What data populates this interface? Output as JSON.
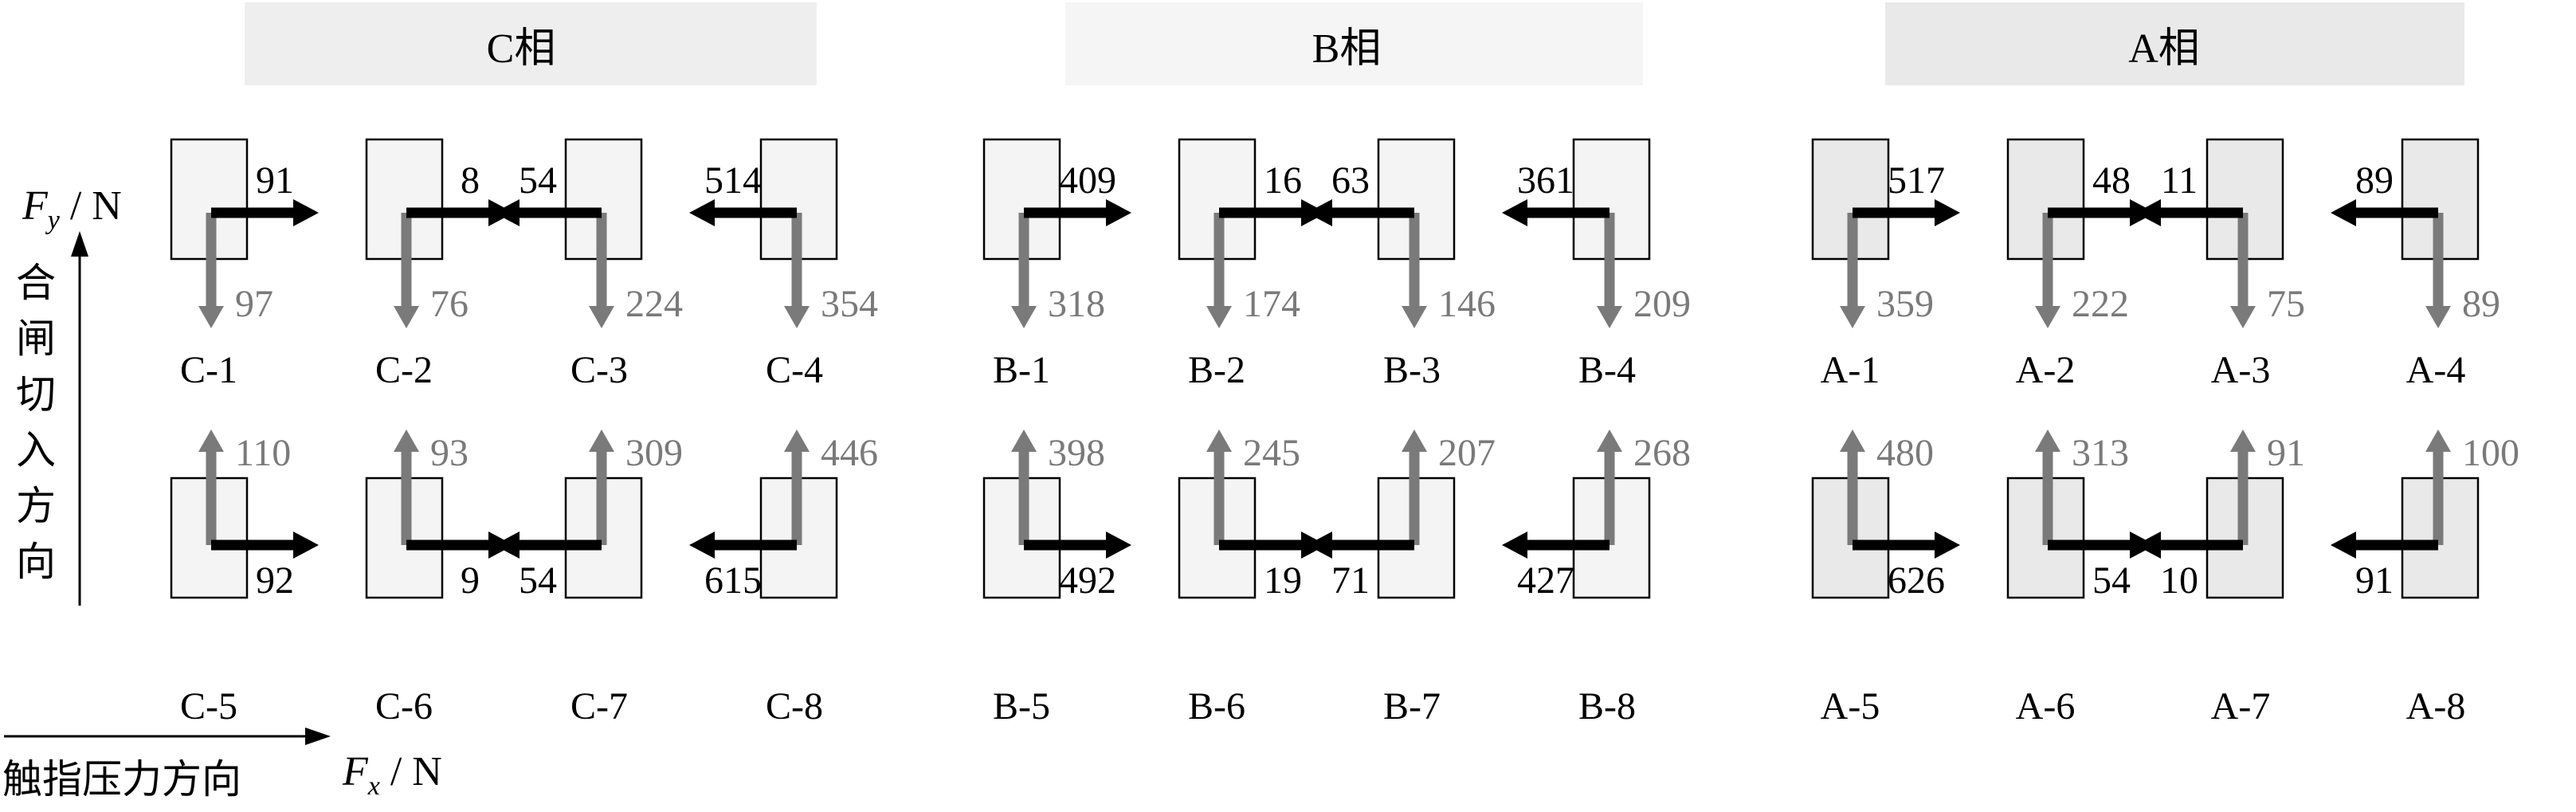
{
  "phases": [
    {
      "id": "C",
      "title": "C相"
    },
    {
      "id": "B",
      "title": "B相"
    },
    {
      "id": "A",
      "title": "A相"
    }
  ],
  "axes": {
    "fy_symbol": "F",
    "fy_sub": "y",
    "fy_unit": " / N",
    "fx_symbol": "F",
    "fx_sub": "x",
    "fx_unit": " / N",
    "vertical_caption": [
      "合",
      "闸",
      "切",
      "入",
      "方",
      "向"
    ],
    "horizontal_caption": "触指压力方向"
  },
  "colors": {
    "band_fill": "#eeeeee",
    "box_fill_light": "#f4f4f4",
    "box_fill_dark": "#e9e9e9",
    "fx_arrow": "#000000",
    "fy_arrow": "#7a7a7a",
    "fy_text": "#7a7a7a",
    "text": "#000000"
  },
  "contacts": [
    {
      "label": "C-1",
      "fx": "91",
      "fy": "97",
      "fx_dir": "right",
      "fy_dir": "down"
    },
    {
      "label": "C-2",
      "fx": "8",
      "fy": "76",
      "fx_dir": "right",
      "fy_dir": "down"
    },
    {
      "label": "C-3",
      "fx": "54",
      "fy": "224",
      "fx_dir": "left",
      "fy_dir": "down"
    },
    {
      "label": "C-4",
      "fx": "514",
      "fy": "354",
      "fx_dir": "left",
      "fy_dir": "down"
    },
    {
      "label": "B-1",
      "fx": "409",
      "fy": "318",
      "fx_dir": "right",
      "fy_dir": "down"
    },
    {
      "label": "B-2",
      "fx": "16",
      "fy": "174",
      "fx_dir": "right",
      "fy_dir": "down"
    },
    {
      "label": "B-3",
      "fx": "63",
      "fy": "146",
      "fx_dir": "left",
      "fy_dir": "down"
    },
    {
      "label": "B-4",
      "fx": "361",
      "fy": "209",
      "fx_dir": "left",
      "fy_dir": "down"
    },
    {
      "label": "A-1",
      "fx": "517",
      "fy": "359",
      "fx_dir": "right",
      "fy_dir": "down"
    },
    {
      "label": "A-2",
      "fx": "48",
      "fy": "222",
      "fx_dir": "right",
      "fy_dir": "down"
    },
    {
      "label": "A-3",
      "fx": "11",
      "fy": "75",
      "fx_dir": "left",
      "fy_dir": "down"
    },
    {
      "label": "A-4",
      "fx": "89",
      "fy": "89",
      "fx_dir": "left",
      "fy_dir": "down"
    },
    {
      "label": "C-5",
      "fx": "92",
      "fy": "110",
      "fx_dir": "right",
      "fy_dir": "up"
    },
    {
      "label": "C-6",
      "fx": "9",
      "fy": "93",
      "fx_dir": "right",
      "fy_dir": "up"
    },
    {
      "label": "C-7",
      "fx": "54",
      "fy": "309",
      "fx_dir": "left",
      "fy_dir": "up"
    },
    {
      "label": "C-8",
      "fx": "615",
      "fy": "446",
      "fx_dir": "left",
      "fy_dir": "up"
    },
    {
      "label": "B-5",
      "fx": "492",
      "fy": "398",
      "fx_dir": "right",
      "fy_dir": "up"
    },
    {
      "label": "B-6",
      "fx": "19",
      "fy": "245",
      "fx_dir": "right",
      "fy_dir": "up"
    },
    {
      "label": "B-7",
      "fx": "71",
      "fy": "207",
      "fx_dir": "left",
      "fy_dir": "up"
    },
    {
      "label": "B-8",
      "fx": "427",
      "fy": "268",
      "fx_dir": "left",
      "fy_dir": "up"
    },
    {
      "label": "A-5",
      "fx": "626",
      "fy": "480",
      "fx_dir": "right",
      "fy_dir": "up"
    },
    {
      "label": "A-6",
      "fx": "54",
      "fy": "313",
      "fx_dir": "right",
      "fy_dir": "up"
    },
    {
      "label": "A-7",
      "fx": "10",
      "fy": "91",
      "fx_dir": "left",
      "fy_dir": "up"
    },
    {
      "label": "A-8",
      "fx": "91",
      "fy": "100",
      "fx_dir": "left",
      "fy_dir": "up"
    }
  ]
}
